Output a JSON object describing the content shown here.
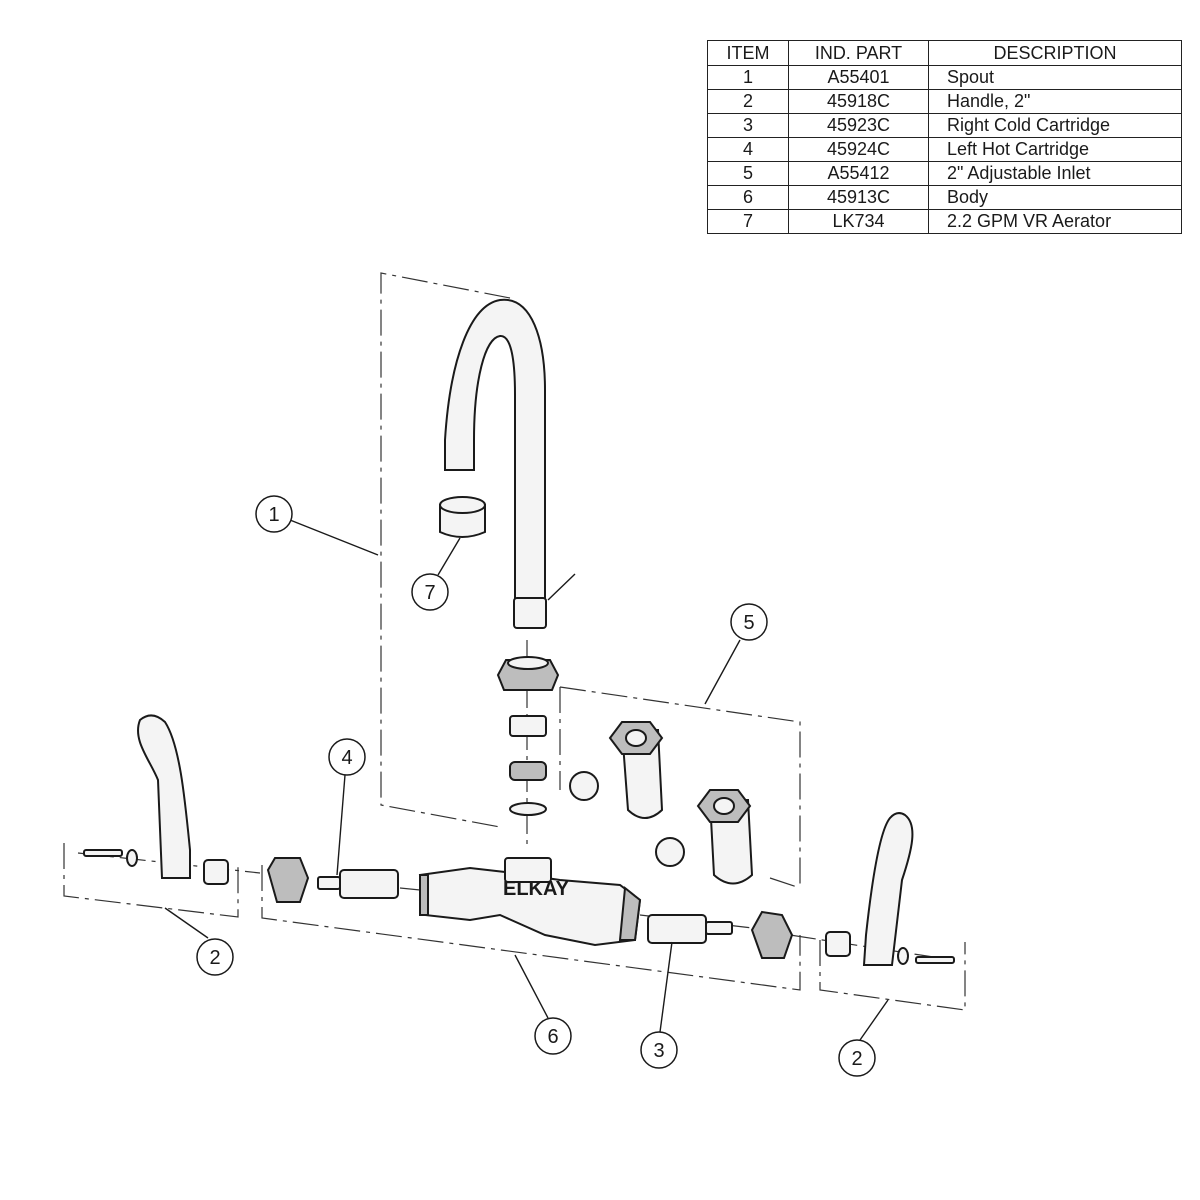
{
  "table": {
    "headers": {
      "item": "ITEM",
      "part": "IND. PART",
      "description": "DESCRIPTION"
    },
    "rows": [
      {
        "item": "1",
        "part": "A55401",
        "description": "Spout"
      },
      {
        "item": "2",
        "part": "45918C",
        "description": "Handle, 2\""
      },
      {
        "item": "3",
        "part": "45923C",
        "description": "Right Cold Cartridge"
      },
      {
        "item": "4",
        "part": "45924C",
        "description": "Left Hot Cartridge"
      },
      {
        "item": "5",
        "part": "A55412",
        "description": "2\" Adjustable Inlet"
      },
      {
        "item": "6",
        "part": "45913C",
        "description": "Body"
      },
      {
        "item": "7",
        "part": "LK734",
        "description": "2.2 GPM VR Aerator"
      }
    ]
  },
  "callouts": {
    "c1": "1",
    "c7": "7",
    "c5": "5",
    "c4": "4",
    "c2_left": "2",
    "c6": "6",
    "c3": "3",
    "c2_right": "2"
  },
  "body_logo": "ELKAY"
}
